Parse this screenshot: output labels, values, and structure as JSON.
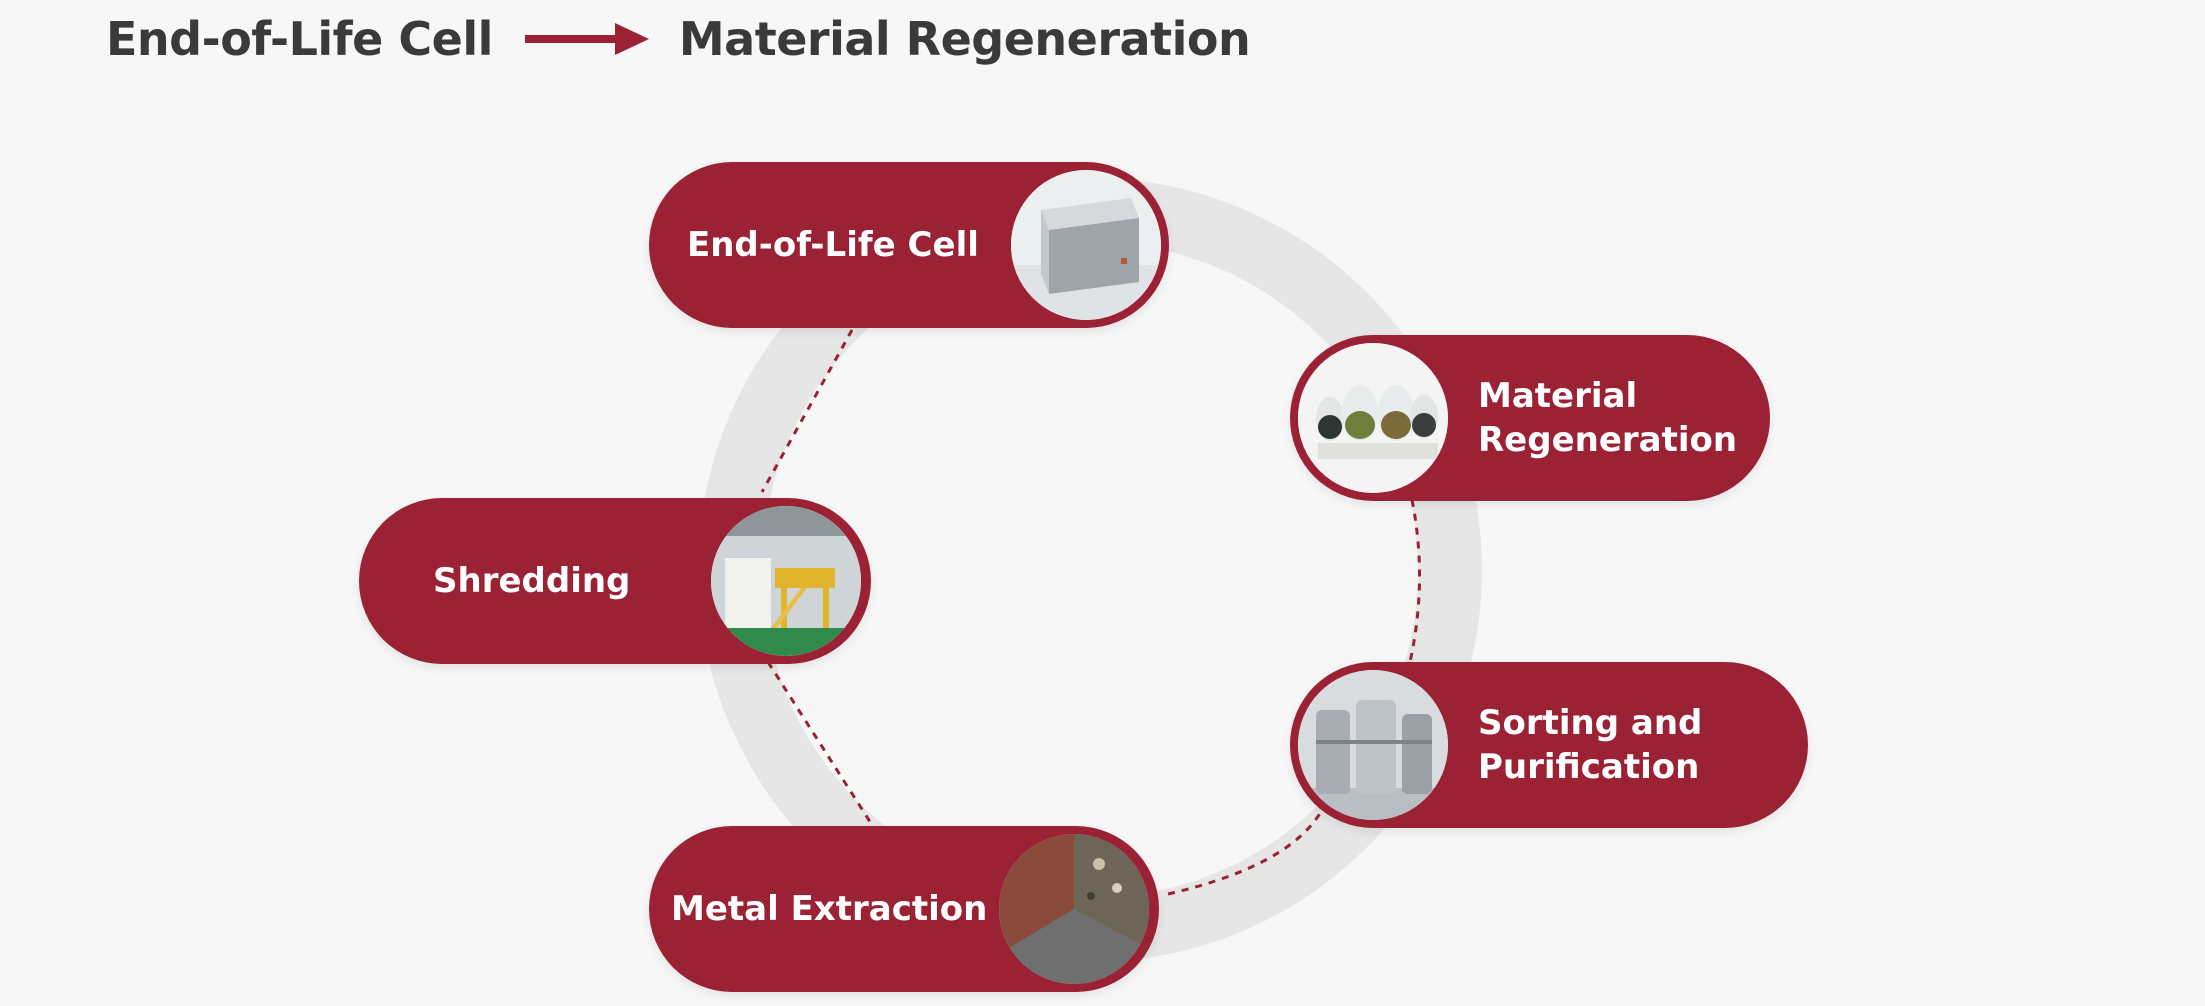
{
  "header": {
    "from_label": "End-of-Life Cell",
    "to_label": "Material Regeneration",
    "arrow_icon": "right-arrow-icon"
  },
  "colors": {
    "accent": "#9b2235",
    "ring": "#e6e6e6",
    "background": "#f7f7f7",
    "text_dark": "#3a3a3a",
    "label_text": "#ffffff"
  },
  "steps": [
    {
      "id": "end-of-life-cell",
      "label": "End-of-Life Cell",
      "image": "battery-cell-photo"
    },
    {
      "id": "material-regeneration",
      "label": "Material Regeneration",
      "image": "powder-bottles-photo"
    },
    {
      "id": "sorting-and-purification",
      "label": "Sorting and Purification",
      "image": "steel-tanks-photo"
    },
    {
      "id": "metal-extraction",
      "label": "Metal Extraction",
      "image": "metal-powders-photo"
    },
    {
      "id": "shredding",
      "label": "Shredding",
      "image": "shredding-plant-photo"
    }
  ]
}
